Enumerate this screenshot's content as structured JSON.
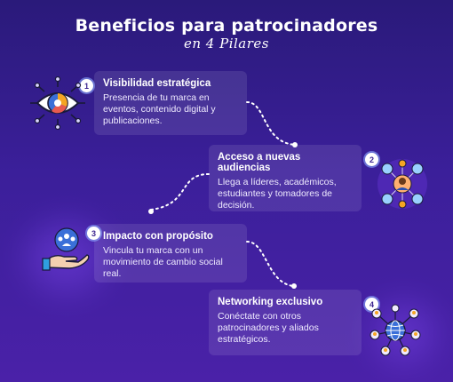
{
  "header": {
    "title": "Beneficios para patrocinadores",
    "subtitle": "en 4 Pilares"
  },
  "pillars": [
    {
      "number": "1",
      "title": "Visibilidad estratégica",
      "description": "Presencia de tu marca en eventos, contenido digital y publicaciones.",
      "icon": "eye-icon"
    },
    {
      "number": "2",
      "title": "Acceso a nuevas audiencias",
      "description": "Llega a líderes, académicos, estudiantes y tomadores de decisión.",
      "icon": "audience-network-icon"
    },
    {
      "number": "3",
      "title": "Impacto con propósito",
      "description": "Vincula tu marca con un movimiento de cambio social real.",
      "icon": "hand-community-icon"
    },
    {
      "number": "4",
      "title": "Networking exclusivo",
      "description": "Conéctate con otros patrocinadores y aliados estratégicos.",
      "icon": "globe-network-icon"
    }
  ],
  "colors": {
    "background_top": "#2a1a7a",
    "background_bottom": "#4a21a8",
    "accent_orange": "#f5a623",
    "accent_blue": "#3a6fd8",
    "badge_text": "#3b2390"
  }
}
